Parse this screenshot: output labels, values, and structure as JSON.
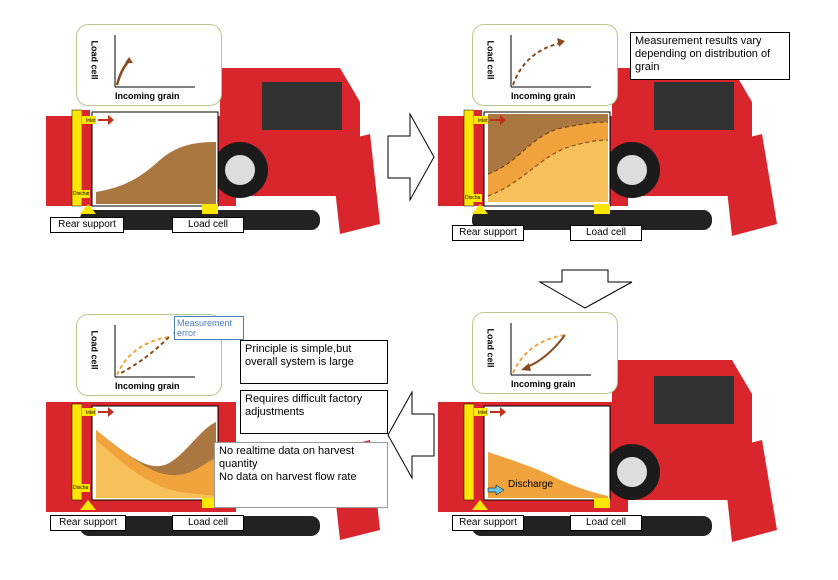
{
  "colors": {
    "combine_red": "#d9252c",
    "grain_brown": "#a9773f",
    "grain_orange": "#f0a33c",
    "grain_light": "#f7c05a",
    "support_yellow": "#ffe600",
    "arrow_red": "#c0301e",
    "curve_brown": "#8b4a1d",
    "error_blue": "#4a7ebb"
  },
  "common": {
    "load_axis_label": "Load cell",
    "grain_axis_label": "Incoming grain",
    "rear_support": "Rear support",
    "load_cell": "Load cell",
    "inlet_label": "Inlet",
    "discharge_label_full": "Dischar",
    "discharge_label_short": "Discha"
  },
  "panel2": {
    "callout": "Measurement results vary depending on distribution of grain"
  },
  "panel3": {
    "measurement_error": "Measurement error",
    "callout_1": "Principle is simple,but overall system is large",
    "callout_2": "Requires difficult factory adjustments",
    "callout_3": "No realtime data on harvest quantity\nNo data on harvest flow rate"
  },
  "panel4": {
    "discharge": "Discharge"
  }
}
